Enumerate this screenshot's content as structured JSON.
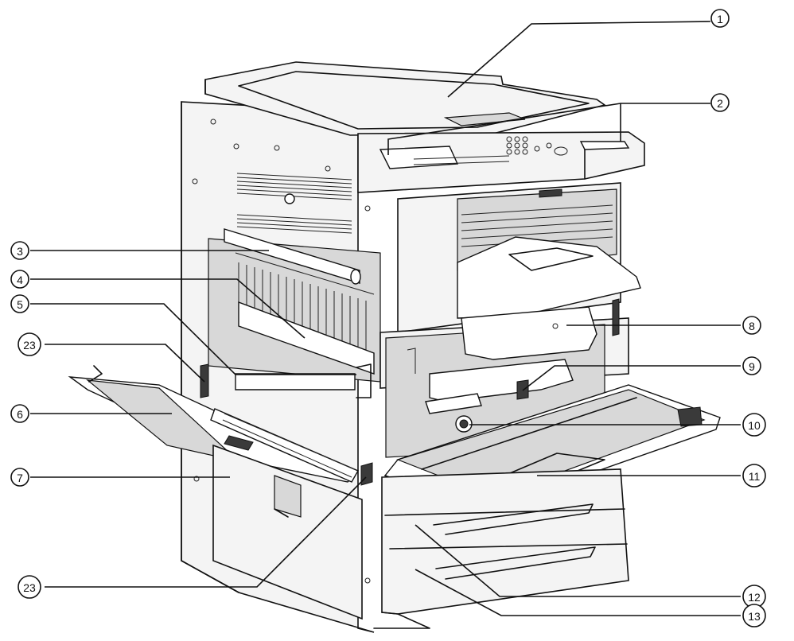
{
  "callouts": [
    {
      "id": "c1",
      "label": "1"
    },
    {
      "id": "c2",
      "label": "2"
    },
    {
      "id": "c3",
      "label": "3"
    },
    {
      "id": "c4",
      "label": "4"
    },
    {
      "id": "c5",
      "label": "5"
    },
    {
      "id": "c23a",
      "label": "23"
    },
    {
      "id": "c6",
      "label": "6"
    },
    {
      "id": "c7",
      "label": "7"
    },
    {
      "id": "c23b",
      "label": "23"
    },
    {
      "id": "c8",
      "label": "8"
    },
    {
      "id": "c9",
      "label": "9"
    },
    {
      "id": "c10",
      "label": "10"
    },
    {
      "id": "c11",
      "label": "11"
    },
    {
      "id": "c12",
      "label": "12"
    },
    {
      "id": "c13",
      "label": "13"
    }
  ],
  "colors": {
    "line": "#111111",
    "background": "#ffffff"
  }
}
